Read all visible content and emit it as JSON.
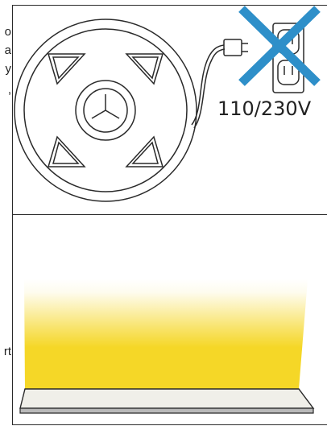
{
  "left_text_fragments": [
    "o",
    "a",
    "y",
    ",",
    "rt"
  ],
  "top_panel": {
    "voltage_label": "110/230V",
    "cross_color": "#2e8fc9",
    "icons": [
      "led-strip-reel-icon",
      "wall-plug-icon",
      "forbidden-cross-icon"
    ]
  },
  "bottom_panel": {
    "light_color": "#f5d727",
    "icons": [
      "light-glow-icon",
      "led-strip-side-icon"
    ]
  }
}
